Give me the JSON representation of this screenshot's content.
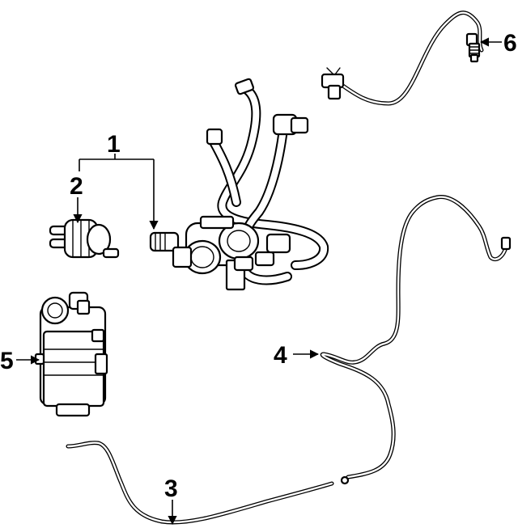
{
  "diagram": {
    "callouts": [
      {
        "id": "1",
        "label": "1"
      },
      {
        "id": "2",
        "label": "2"
      },
      {
        "id": "3",
        "label": "3"
      },
      {
        "id": "4",
        "label": "4"
      },
      {
        "id": "5",
        "label": "5"
      },
      {
        "id": "6",
        "label": "6"
      }
    ],
    "parts": [
      {
        "callout": "1",
        "icon": "purge-valve-hose-assembly-icon"
      },
      {
        "callout": "2",
        "icon": "purge-solenoid-valve-icon"
      },
      {
        "callout": "3",
        "icon": "vent-line-icon"
      },
      {
        "callout": "4",
        "icon": "vapor-line-icon"
      },
      {
        "callout": "5",
        "icon": "vapor-canister-icon"
      },
      {
        "callout": "6",
        "icon": "oxygen-sensor-icon"
      }
    ]
  }
}
